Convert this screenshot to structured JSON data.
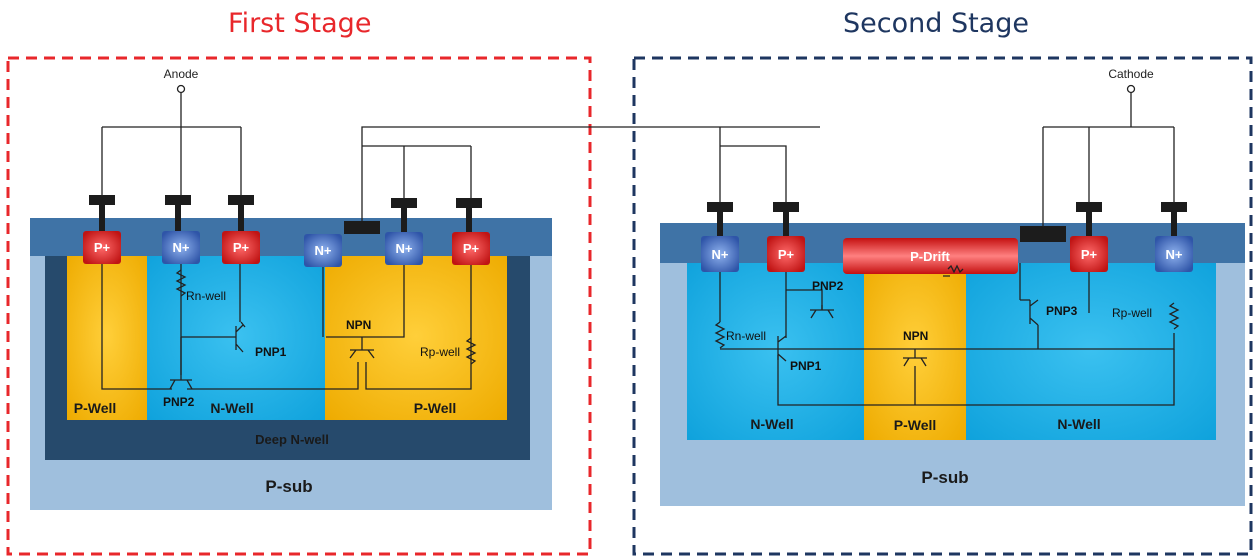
{
  "stages": {
    "first_title": "First Stage",
    "second_title": "Second Stage"
  },
  "first": {
    "terminal": "Anode",
    "contacts": [
      "P+",
      "N+",
      "P+",
      "N+",
      "N+",
      "P+"
    ],
    "resistors": [
      "Rn-well",
      "Rp-well"
    ],
    "transistors": [
      "PNP1",
      "NPN",
      "PNP2"
    ],
    "wells": [
      "P-Well",
      "N-Well",
      "P-Well"
    ],
    "deep_well": "Deep N-well",
    "substrate": "P-sub"
  },
  "second": {
    "terminal": "Cathode",
    "contacts": [
      "N+",
      "P+",
      "P+",
      "N+"
    ],
    "drift": "P-Drift",
    "resistors": [
      "Rn-well",
      "Rp-well"
    ],
    "transistors": [
      "PNP2",
      "NPN",
      "PNP3",
      "PNP1"
    ],
    "wells": [
      "N-Well",
      "P-Well",
      "N-Well"
    ],
    "substrate": "P-sub"
  },
  "colors": {
    "first_stage_border": "#e8272b",
    "second_stage_border": "#1e3660",
    "p_plus": "#d42020",
    "n_plus": "#3d63b8",
    "p_well": "#f2b200",
    "n_well": "#19aee5",
    "deep_n_well": "#264a6c",
    "p_sub": "#9fbfdd",
    "oxide": "#3f73a6"
  }
}
